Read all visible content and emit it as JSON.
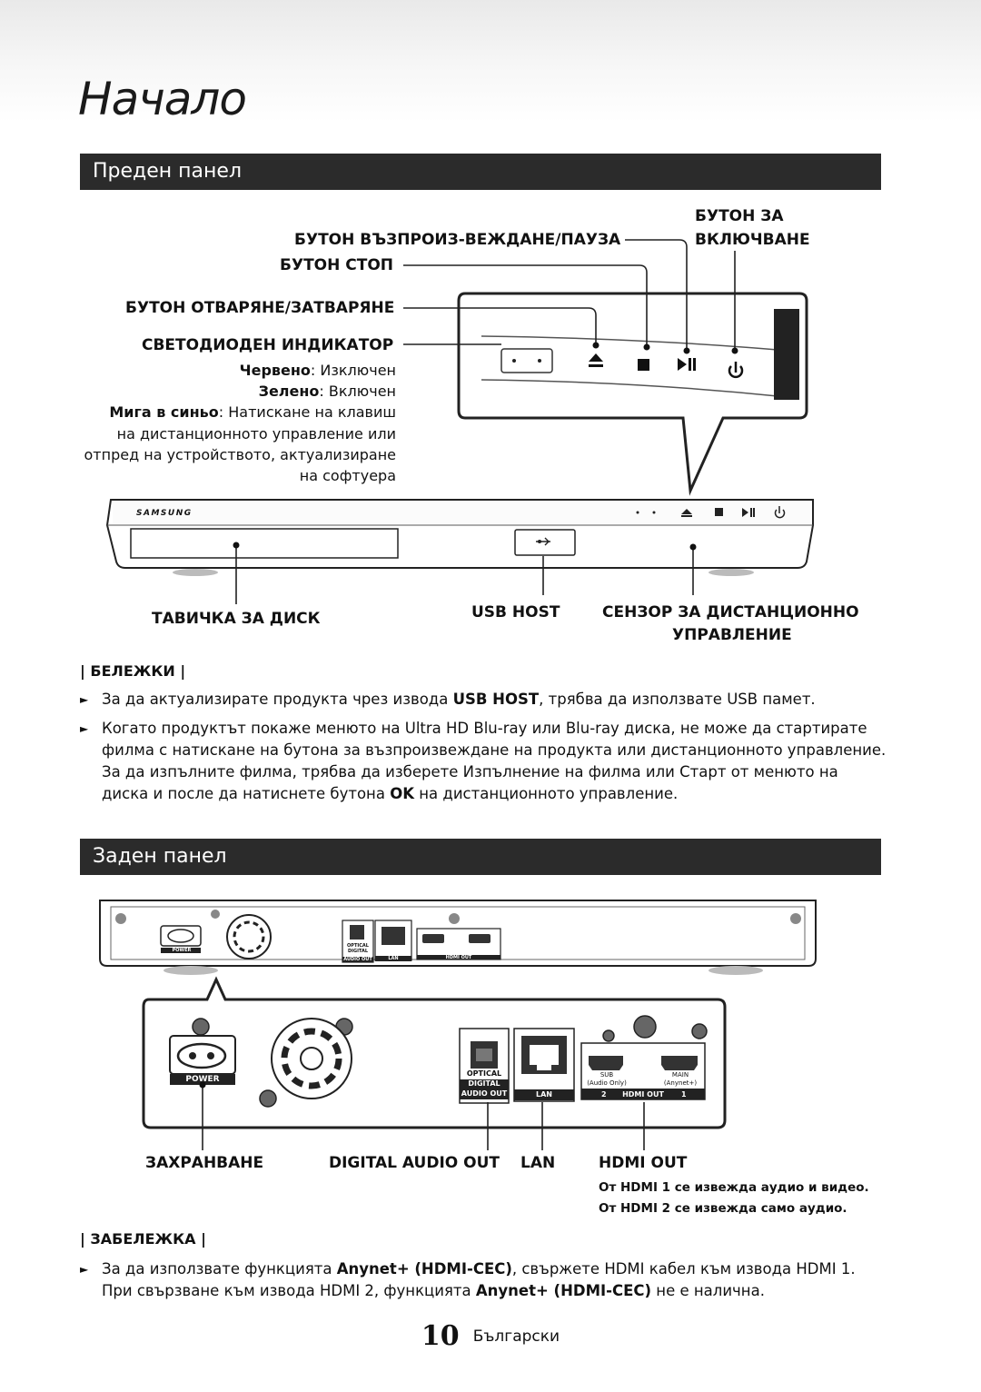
{
  "chapter_title": "Начало",
  "front": {
    "section_title": "Преден панел",
    "labels": {
      "power_button_line1": "БУТОН ЗА",
      "power_button_line2": "ВКЛЮЧВАНЕ",
      "play_pause_button": "БУТОН ВЪЗПРОИЗ-ВЕЖДАНЕ/ПАУЗА",
      "stop_button": "БУТОН СТОП",
      "open_close_button": "БУТОН ОТВАРЯНЕ/ЗАТВАРЯНЕ",
      "led_indicator": "СВЕТОДИОДЕН ИНДИКАТОР",
      "disc_tray": "ТАВИЧКА ЗА ДИСК",
      "usb_host": "USB HOST",
      "remote_sensor_line1": "СЕНЗОР ЗА ДИСТАНЦИОННО",
      "remote_sensor_line2": "УПРАВЛЕНИЕ"
    },
    "led_states": {
      "red_term": "Червено",
      "red_desc": ": Изключен",
      "green_term": "Зелено",
      "green_desc": ": Включен",
      "blink_term": "Мига в синьо",
      "blink_desc_1": ": Натискане на клавиш",
      "blink_desc_2": "на дистанционното управление или",
      "blink_desc_3": "отпред на устройството, актуализиране",
      "blink_desc_4": "на софтуера"
    },
    "brand": "SAMSUNG"
  },
  "notes": {
    "heading": "| БЕЛЕЖКИ |",
    "n1_a": "За да актуализирате продукта чрез извода ",
    "n1_b": "USB HOST",
    "n1_c": ", трябва да използвате USB памет.",
    "n2": "Когато продуктът покаже менюто на Ultra HD Blu-ray или Blu-ray диска, не може да стартирате филма с натискане на бутона за възпроизвеждане на продукта или дистанционното управление. За да изпълните филма, трябва да изберете Изпълнение на филма или Старт от менюто на диска и после да натиснете бутона ",
    "n2_b": "OK",
    "n2_c": " на дистанционното управление."
  },
  "back": {
    "section_title": "Заден панел",
    "ports": {
      "power": "POWER",
      "optical": "OPTICAL",
      "digital": "DIGITAL",
      "audio_out": "AUDIO OUT",
      "lan": "LAN",
      "sub": "SUB",
      "audio_only": "(Audio Only)",
      "main": "MAIN",
      "anynet": "(Anynet+)",
      "hdmi_out": "HDMI OUT",
      "hdmi2_num": "2",
      "hdmi1_num": "1"
    },
    "labels": {
      "power": "ЗАХРАНВАНЕ",
      "digital_audio_out": "DIGITAL AUDIO OUT",
      "lan": "LAN",
      "hdmi_out": "HDMI OUT"
    },
    "hdmi_note_1": "От HDMI 1 се извежда аудио и видео.",
    "hdmi_note_2": "От HDMI 2 се извежда само аудио."
  },
  "note2": {
    "heading": "| ЗАБЕЛЕЖКА |",
    "t1": "За да използвате функцията ",
    "t2": "Anynet+ (HDMI-CEC)",
    "t3": ", свържете HDMI кабел към извода HDMI 1. При свързване към извода HDMI 2, функцията ",
    "t4": "Anynet+ (HDMI-CEC)",
    "t5": " не е налична."
  },
  "footer": {
    "page_number": "10",
    "language": "Български"
  }
}
